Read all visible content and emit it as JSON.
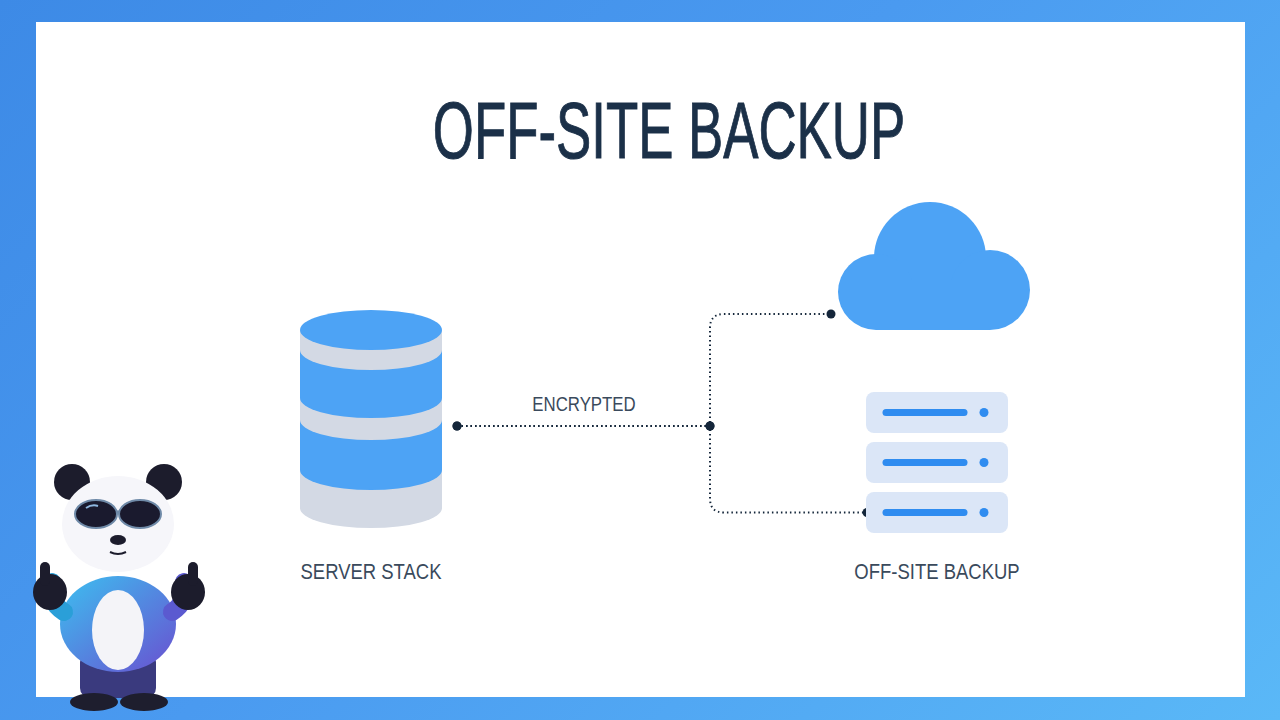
{
  "diagram": {
    "title": "OFF-SITE BACKUP",
    "nodes": [
      {
        "text": [
          "SERVER STACK"
        ]
      },
      {
        "text": []
      },
      {
        "text": [
          "OFF-SITE BACKUP"
        ]
      }
    ],
    "edges": [
      {
        "from": 0,
        "to": 1,
        "label": "ENCRYPTED",
        "arrow": "none"
      },
      {
        "from": 0,
        "to": 2,
        "arrow": "none"
      }
    ]
  }
}
